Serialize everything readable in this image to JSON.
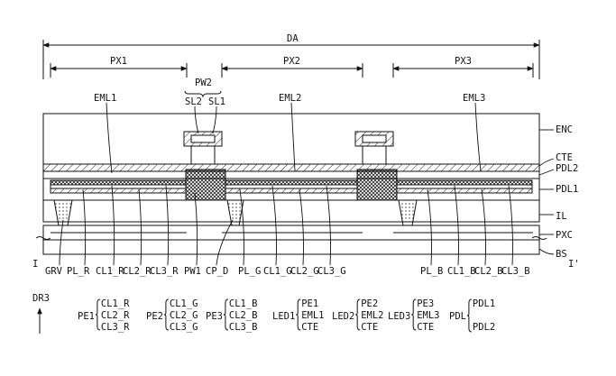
{
  "region_labels": {
    "da": "DA",
    "px1": "PX1",
    "px2": "PX2",
    "px3": "PX3",
    "pw2": "PW2"
  },
  "top_labels": {
    "sl2": "SL2",
    "sl1": "SL1",
    "eml1": "EML1",
    "eml2": "EML2",
    "eml3": "EML3"
  },
  "right_labels": {
    "enc": "ENC",
    "cte": "CTE",
    "pdl2": "PDL2",
    "pdl1": "PDL1",
    "il": "IL",
    "pxc": "PXC",
    "bs": "BS"
  },
  "bottom_labels": [
    "GRV",
    "PL_R",
    "CL1_R",
    "CL2_R",
    "CL3_R",
    "PW1",
    "CP_D",
    "PL_G",
    "CL1_G",
    "CL2_G",
    "CL3_G",
    "PL_B",
    "CL1_B",
    "CL2_B",
    "CL3_B"
  ],
  "section_marks": {
    "left": "I",
    "right": "I'"
  },
  "direction": "DR3",
  "legend": [
    {
      "key": "PE1",
      "items": [
        "CL1_R",
        "CL2_R",
        "CL3_R"
      ]
    },
    {
      "key": "PE2",
      "items": [
        "CL1_G",
        "CL2_G",
        "CL3_G"
      ]
    },
    {
      "key": "PE3",
      "items": [
        "CL1_B",
        "CL2_B",
        "CL3_B"
      ]
    },
    {
      "key": "LED1",
      "items": [
        "PE1",
        "EML1",
        "CTE"
      ]
    },
    {
      "key": "LED2",
      "items": [
        "PE2",
        "EML2",
        "CTE"
      ]
    },
    {
      "key": "LED3",
      "items": [
        "PE3",
        "EML3",
        "CTE"
      ]
    },
    {
      "key": "PDL",
      "items": [
        "PDL1",
        "PDL2"
      ]
    }
  ]
}
